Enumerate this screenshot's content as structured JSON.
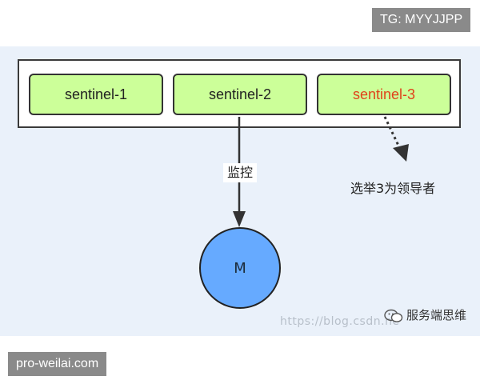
{
  "corner_tag": "TG: MYYJJPP",
  "footer_tag": "pro-weilai.com",
  "diagram": {
    "nodes": [
      {
        "label": "sentinel-1"
      },
      {
        "label": "sentinel-2"
      },
      {
        "label": "sentinel-3",
        "color": "#e0421a"
      }
    ],
    "monitor_label": "监控",
    "election_note": "选举3为领导者",
    "master_label": "M"
  },
  "watermark": {
    "url": "https://blog.csdn.ne",
    "name": "服务端思维",
    "icon": "wechat-icon"
  },
  "colors": {
    "background": "#eaf1fa",
    "node_fill": "#ccff99",
    "master_fill": "#66aaff",
    "highlight_text": "#e0421a"
  }
}
